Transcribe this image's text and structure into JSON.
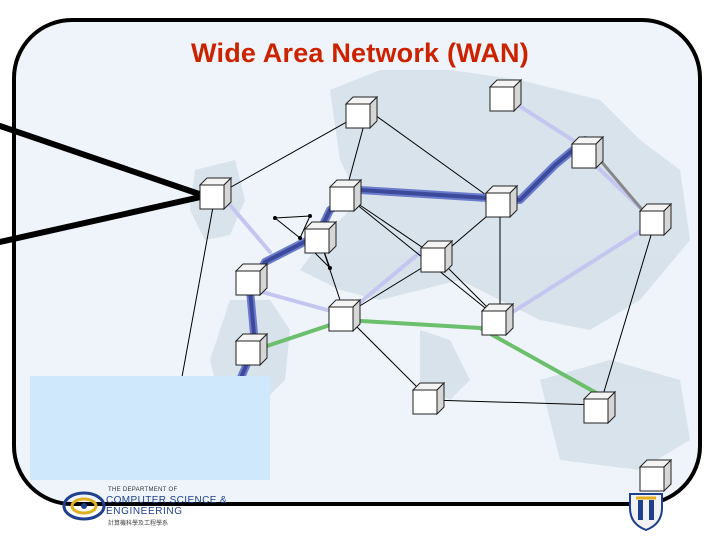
{
  "title": "Wide Area Network (WAN)",
  "colors": {
    "title": "#cc2200",
    "thin_link": "#000000",
    "light_link": "#c4c6f0",
    "backbone": "#3d4a9c",
    "green_link": "#6cbf6c",
    "gray_link": "#888888",
    "info_box": "#cfe8fb"
  },
  "logo": {
    "line1": "THE DEPARTMENT OF",
    "line2": "COMPUTER SCIENCE &",
    "line3": "ENGINEERING",
    "line4": "計算機科學及工程學系"
  },
  "icons": [
    "router-cube-icon",
    "department-logo-icon",
    "university-crest-icon"
  ]
}
